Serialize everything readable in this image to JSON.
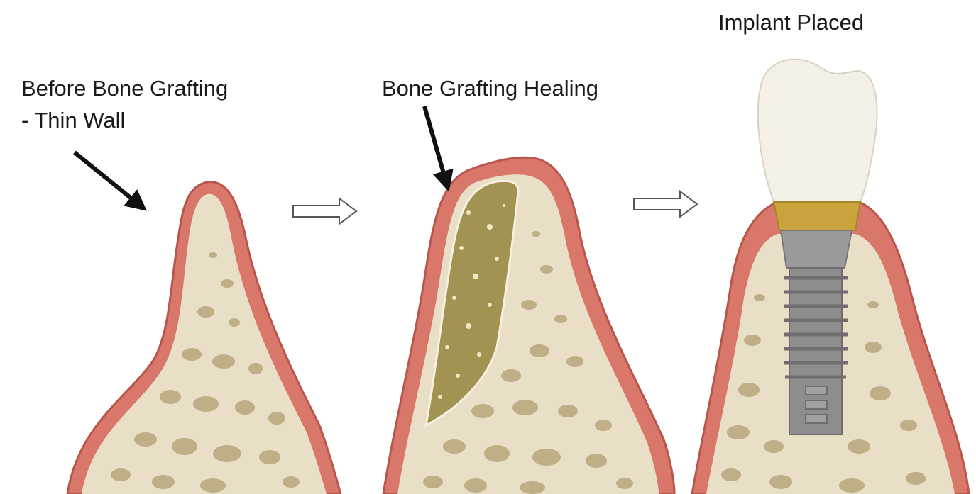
{
  "labels": {
    "before_line1": "Before Bone Grafting",
    "before_line2": "- Thin Wall",
    "healing": "Bone Grafting Healing",
    "implant": "Implant Placed"
  },
  "colors": {
    "gum": "#d9776b",
    "gum_dark": "#b9564c",
    "bone": "#e9dfc6",
    "bone_pore": "#bfae86",
    "graft": "#a39352",
    "graft_speck": "#efe8c4",
    "crown": "#f4f0e6",
    "abutment": "#c9a43c",
    "implant_metal": "#8d8d8d",
    "implant_thread": "#6e6e6e",
    "arrow_outline": "#555555"
  }
}
